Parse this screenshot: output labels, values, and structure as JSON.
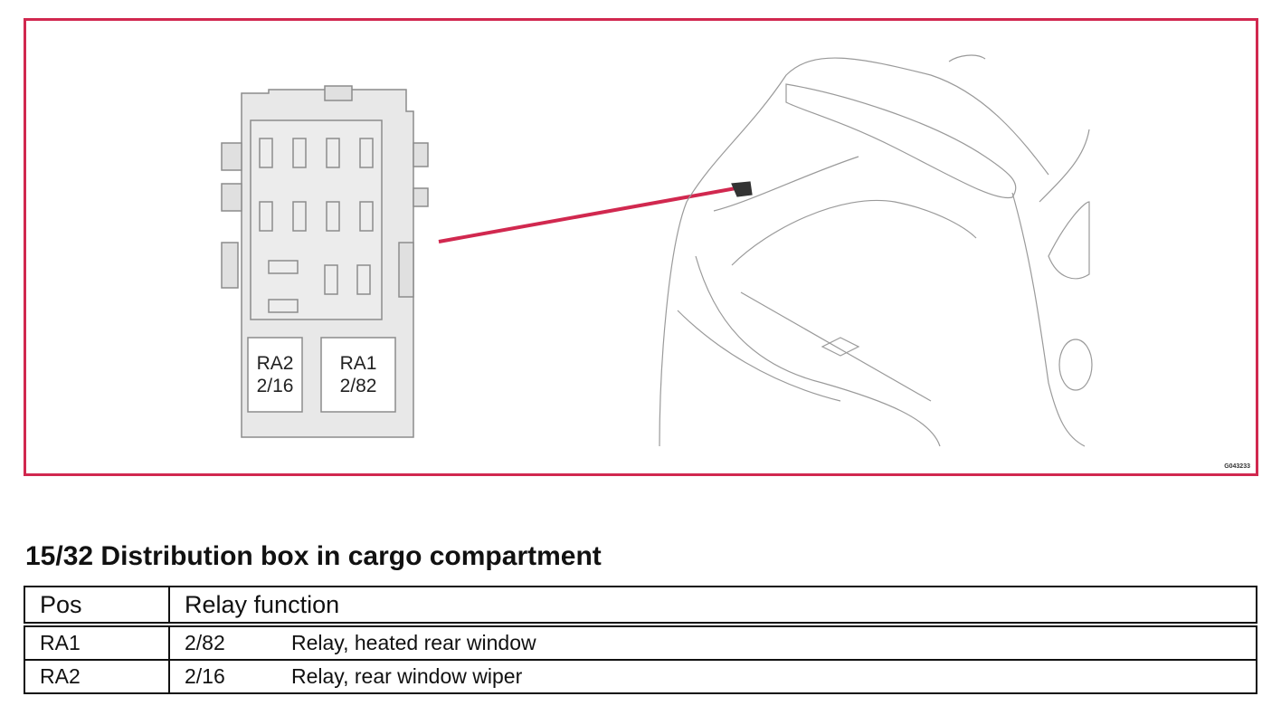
{
  "figure": {
    "relay_box": {
      "left_relay": {
        "name": "RA2",
        "number": "2/16"
      },
      "right_relay": {
        "name": "RA1",
        "number": "2/82"
      }
    },
    "figure_code": "G043233",
    "colors": {
      "frame": "#d1284f",
      "pointer_line": "#d1284f",
      "drawing": "#8c8c8c"
    }
  },
  "heading": "15/32 Distribution box in cargo compartment",
  "table": {
    "headers": {
      "pos": "Pos",
      "function": "Relay function"
    },
    "rows": [
      {
        "pos": "RA1",
        "code": "2/82",
        "description": "Relay, heated rear window"
      },
      {
        "pos": "RA2",
        "code": "2/16",
        "description": "Relay, rear window wiper"
      }
    ]
  }
}
